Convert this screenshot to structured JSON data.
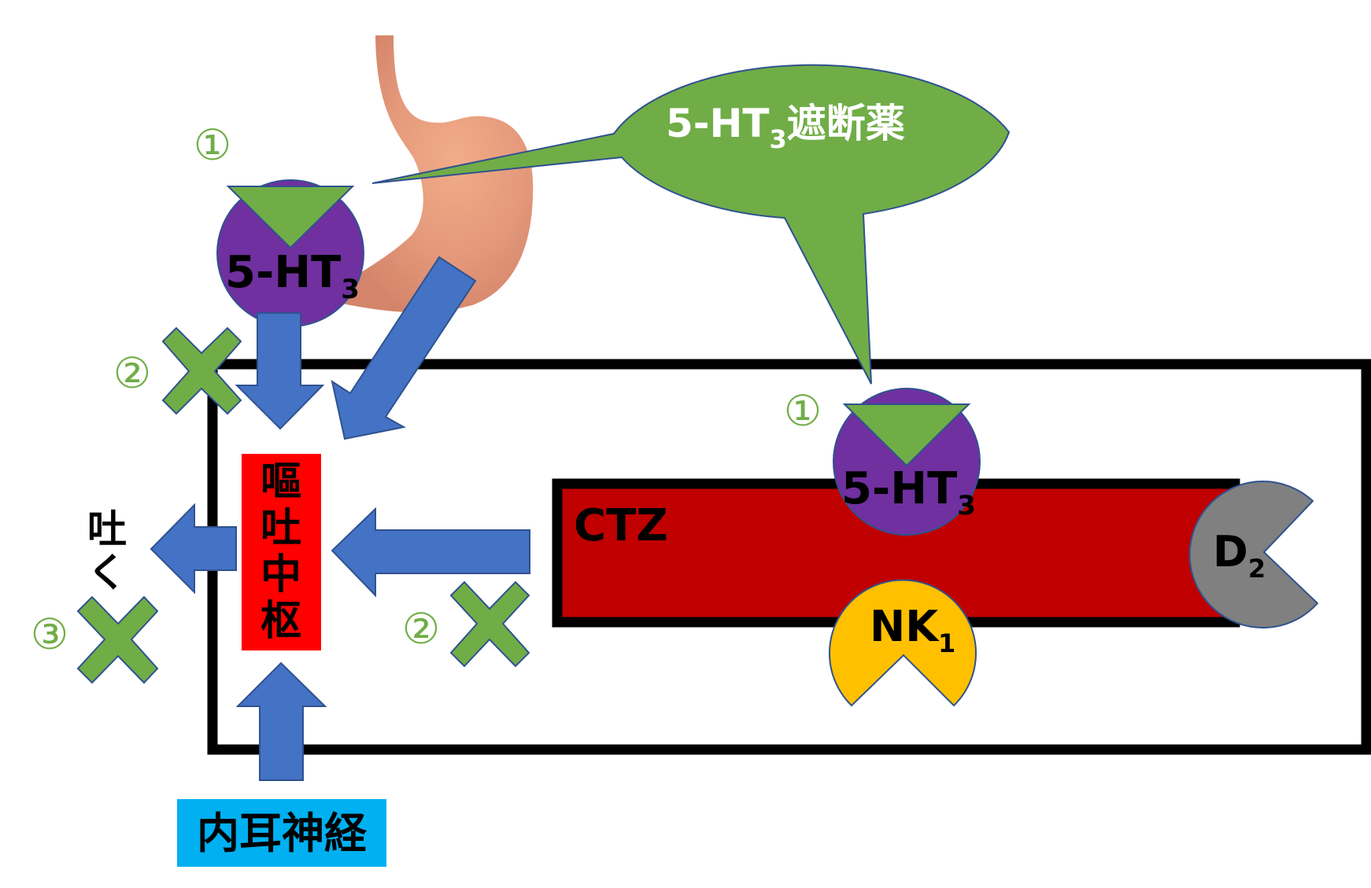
{
  "colors": {
    "green": "#70AD47",
    "blue": "#4472C4",
    "outline": "#2F528F",
    "purple": "#7030A0",
    "yellow": "#FFC000",
    "gray": "#808080",
    "ctz_red": "#C00000",
    "center_red": "#FF0000",
    "cyan": "#00B0F0",
    "stomach": "#E0906C"
  },
  "callout": {
    "text_main": "5-HT",
    "text_sub": "3",
    "text_suffix": "遮断薬"
  },
  "receptors": {
    "ht3_stomach": {
      "main": "5-HT",
      "sub": "3"
    },
    "ht3_ctz": {
      "main": "5-HT",
      "sub": "3"
    },
    "nk1": {
      "main": "NK",
      "sub": "1"
    },
    "d2": {
      "main": "D",
      "sub": "2"
    }
  },
  "markers": {
    "m1_stomach": "①",
    "m1_ctz": "①",
    "m2_top": "②",
    "m2_ctz": "②",
    "m3_vomit": "③"
  },
  "labels": {
    "ctz": "CTZ",
    "vomiting_center": [
      "嘔",
      "吐",
      "中",
      "枢"
    ],
    "vomit": [
      "吐",
      "く"
    ],
    "inner_ear": "内耳神経"
  }
}
